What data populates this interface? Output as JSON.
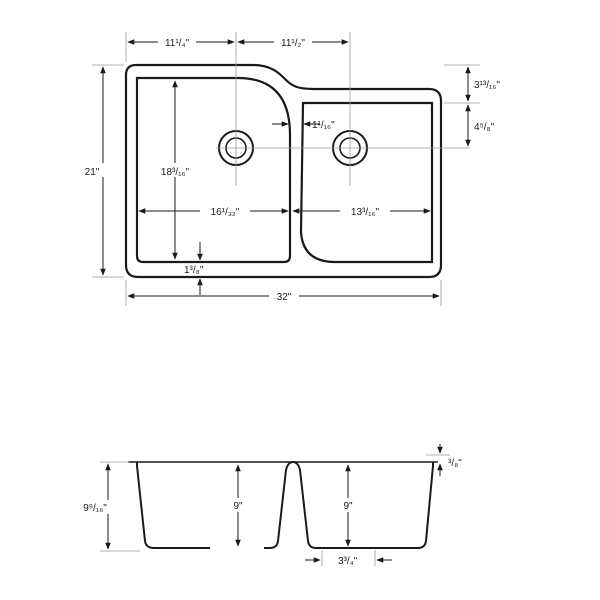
{
  "top_view": {
    "left_basin_width": "11¹/₄\"",
    "right_basin_width": "11¹/₂\"",
    "overall_depth": "21\"",
    "deck_offset": "3¹³/₁₆\"",
    "drain_offset_right": "4⁵/₈\"",
    "divider_width": "1¹/₁₆\"",
    "left_basin_depth": "18³/₁₆\"",
    "left_basin_span": "16¹/₃₂\"",
    "right_basin_span": "13³/₁₆\"",
    "rim_front": "1³/₈\"",
    "overall_width": "32\""
  },
  "section_view": {
    "overall_height": "9⁹/₁₆\"",
    "left_bowl_depth": "9\"",
    "right_bowl_depth": "9\"",
    "rim_thickness": "³/₈\"",
    "divider_base": "3³/₄\""
  }
}
